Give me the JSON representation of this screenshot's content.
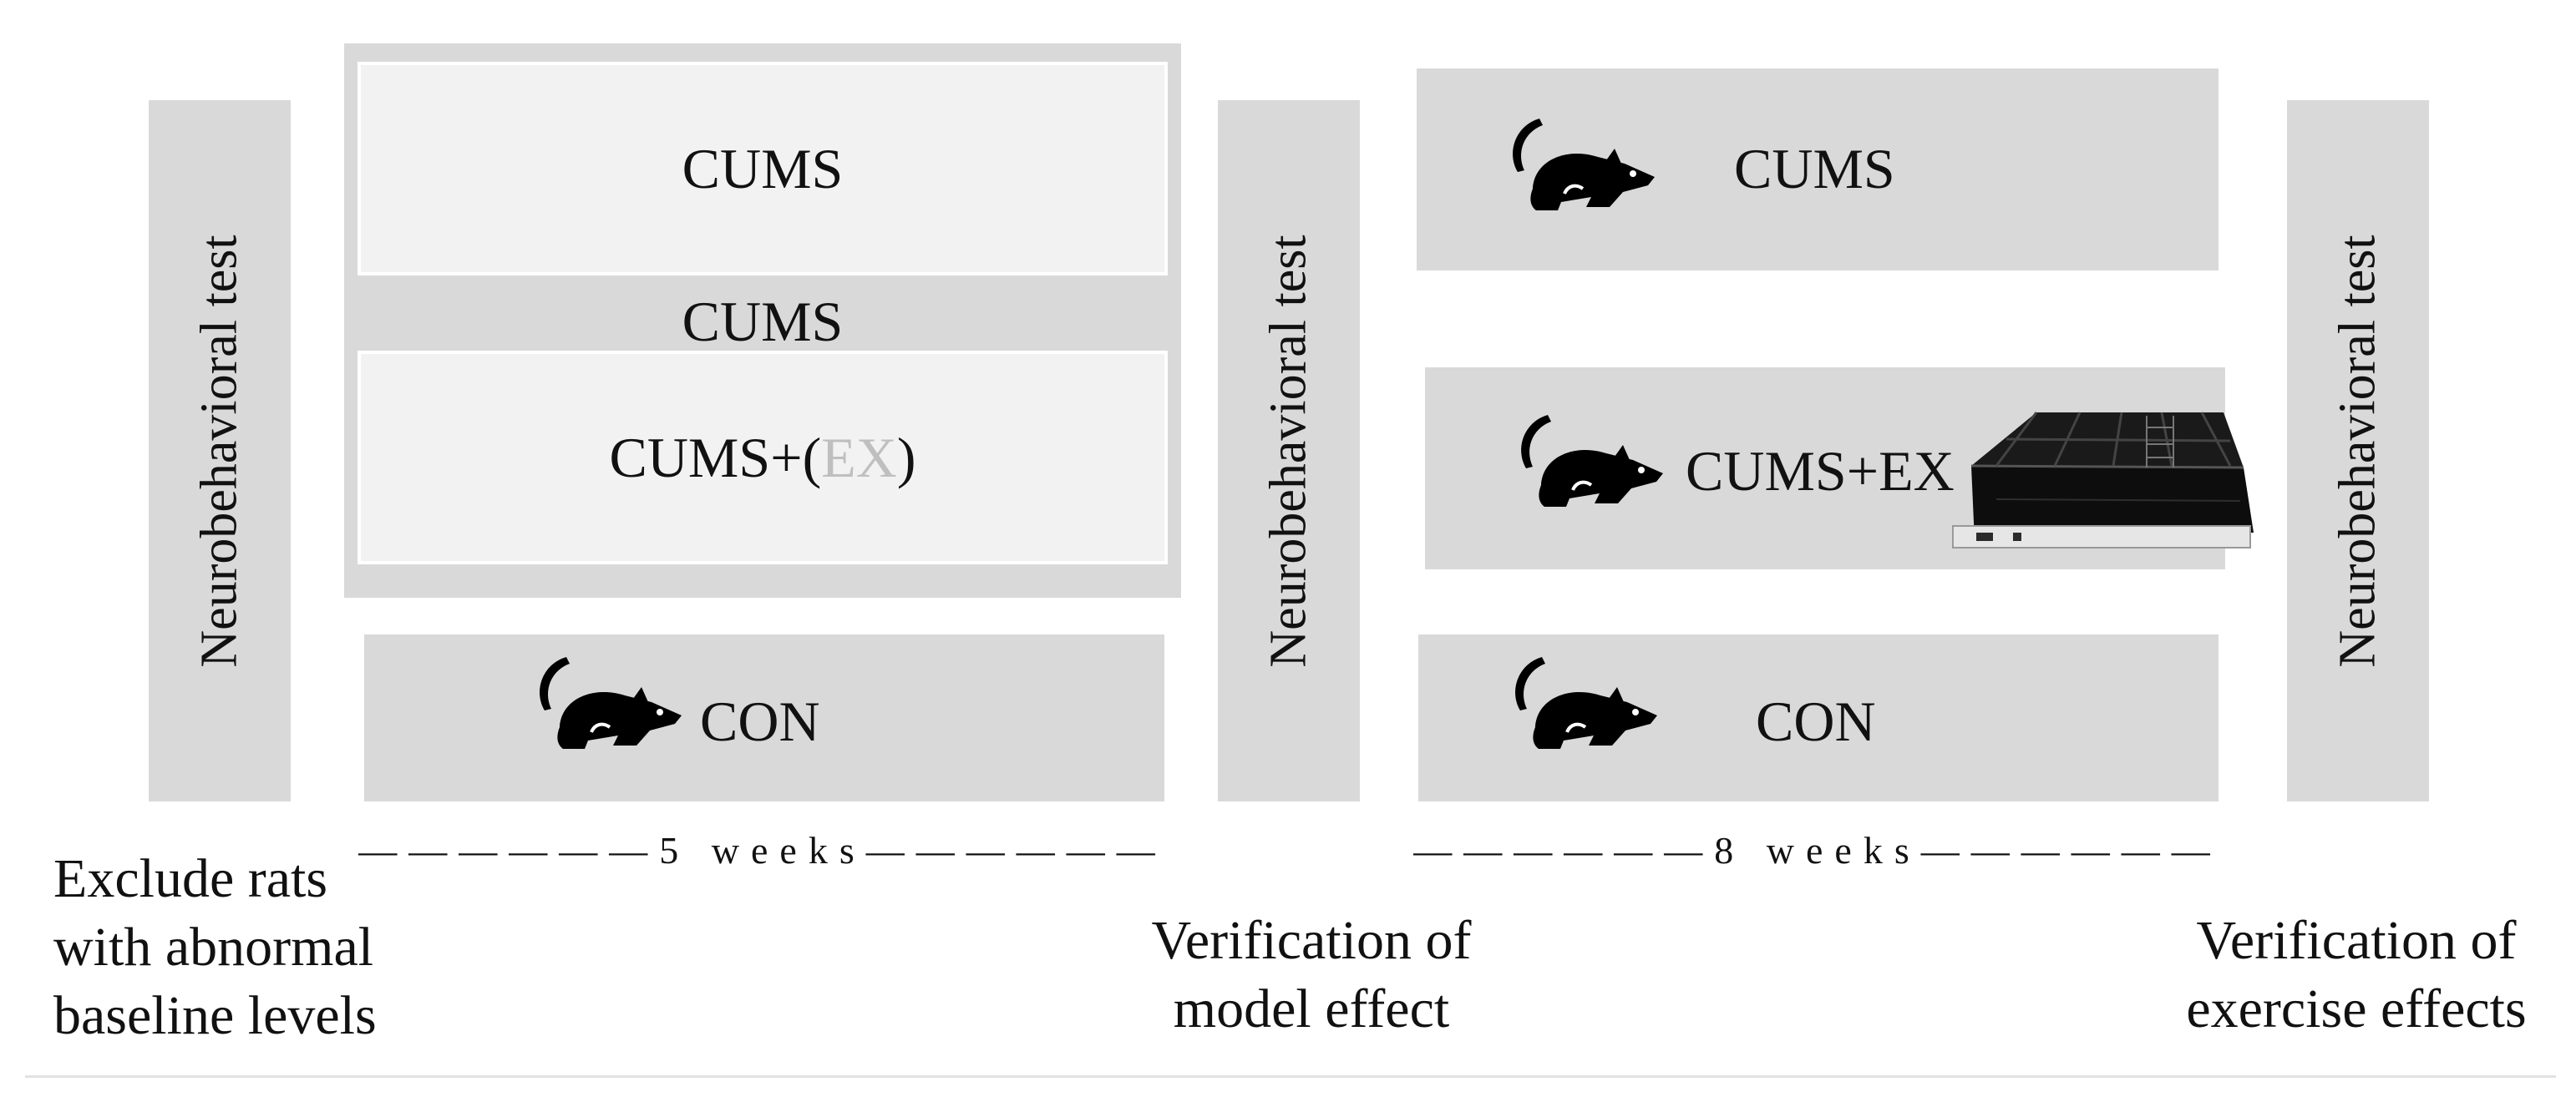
{
  "left_bar": {
    "label": "Neurobehavioral test"
  },
  "middle_bar": {
    "label": "Neurobehavioral test"
  },
  "right_bar": {
    "label": "Neurobehavioral test"
  },
  "phase1": {
    "outer_label": "CUMS",
    "box_top": "CUMS",
    "box_bottom_prefix": "CUMS+(",
    "box_bottom_ex": "EX",
    "box_bottom_suffix": ")",
    "con": "CON",
    "duration": "——————5 weeks——————"
  },
  "phase2": {
    "cums": "CUMS",
    "cums_ex": "CUMS+EX",
    "con": "CON",
    "duration": "——————8 weeks——————"
  },
  "captions": {
    "left": [
      "Exclude rats",
      "with abnormal",
      "baseline levels"
    ],
    "middle": [
      "Verification of",
      "model effect"
    ],
    "right": [
      "Verification of",
      "exercise effects"
    ]
  },
  "icons": {
    "rat": "rat-icon",
    "treadmill": "treadmill-icon"
  }
}
